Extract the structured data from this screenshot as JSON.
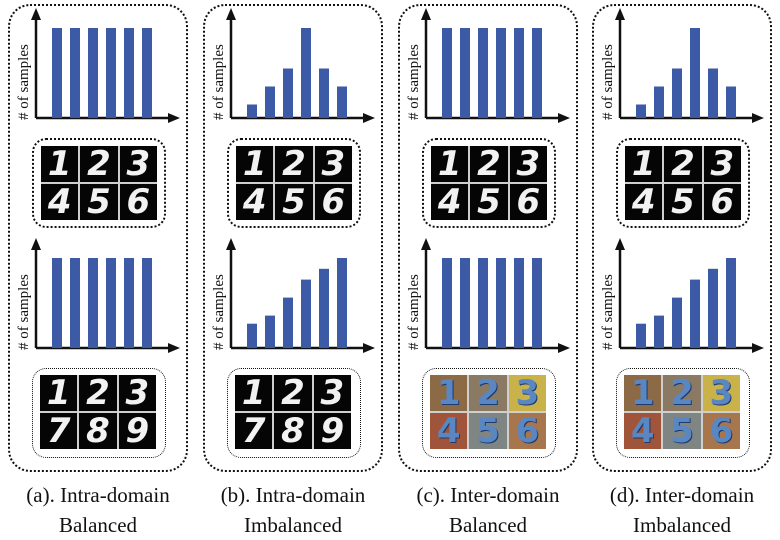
{
  "diagram": {
    "y_axis_label": "# of samples",
    "colors": {
      "bar": "#3d5aa7",
      "svhn_bg": [
        "#8b6a45",
        "#8a7a63",
        "#c9b24a",
        "#a0553a",
        "#7f8582",
        "#a8764d"
      ],
      "svhn_digit": "#5a86c2",
      "mnist_bg": "#050505",
      "mnist_digit": "#f2f2f2"
    },
    "panels": [
      {
        "caption_line1": "(a). Intra-domain",
        "caption_line2": "Balanced",
        "top_chart": {
          "type": "bar",
          "values": [
            1,
            1,
            1,
            1,
            1,
            1
          ]
        },
        "top_images": {
          "style": "mnist",
          "digits": [
            "1",
            "2",
            "3",
            "4",
            "5",
            "6"
          ]
        },
        "bottom_chart": {
          "type": "bar",
          "values": [
            1,
            1,
            1,
            1,
            1,
            1
          ]
        },
        "bottom_images": {
          "style": "mnist",
          "digits": [
            "1",
            "2",
            "3",
            "7",
            "8",
            "9"
          ]
        }
      },
      {
        "caption_line1": "(b). Intra-domain",
        "caption_line2": "Imbalanced",
        "top_chart": {
          "type": "bar",
          "values": [
            0.15,
            0.35,
            0.55,
            1.0,
            0.55,
            0.35
          ]
        },
        "top_images": {
          "style": "mnist",
          "digits": [
            "1",
            "2",
            "3",
            "4",
            "5",
            "6"
          ]
        },
        "bottom_chart": {
          "type": "bar",
          "values": [
            0.27,
            0.36,
            0.56,
            0.76,
            0.88,
            1.0
          ]
        },
        "bottom_images": {
          "style": "mnist",
          "digits": [
            "1",
            "2",
            "3",
            "7",
            "8",
            "9"
          ]
        }
      },
      {
        "caption_line1": "(c). Inter-domain",
        "caption_line2": "Balanced",
        "top_chart": {
          "type": "bar",
          "values": [
            1,
            1,
            1,
            1,
            1,
            1
          ]
        },
        "top_images": {
          "style": "mnist",
          "digits": [
            "1",
            "2",
            "3",
            "4",
            "5",
            "6"
          ]
        },
        "bottom_chart": {
          "type": "bar",
          "values": [
            1,
            1,
            1,
            1,
            1,
            1
          ]
        },
        "bottom_images": {
          "style": "svhn",
          "digits": [
            "1",
            "2",
            "3",
            "4",
            "5",
            "6"
          ]
        }
      },
      {
        "caption_line1": "(d). Inter-domain",
        "caption_line2": "Imbalanced",
        "top_chart": {
          "type": "bar",
          "values": [
            0.15,
            0.35,
            0.55,
            1.0,
            0.55,
            0.35
          ]
        },
        "top_images": {
          "style": "mnist",
          "digits": [
            "1",
            "2",
            "3",
            "4",
            "5",
            "6"
          ]
        },
        "bottom_chart": {
          "type": "bar",
          "values": [
            0.27,
            0.36,
            0.56,
            0.76,
            0.88,
            1.0
          ]
        },
        "bottom_images": {
          "style": "svhn",
          "digits": [
            "1",
            "2",
            "3",
            "4",
            "5",
            "6"
          ]
        }
      }
    ]
  }
}
